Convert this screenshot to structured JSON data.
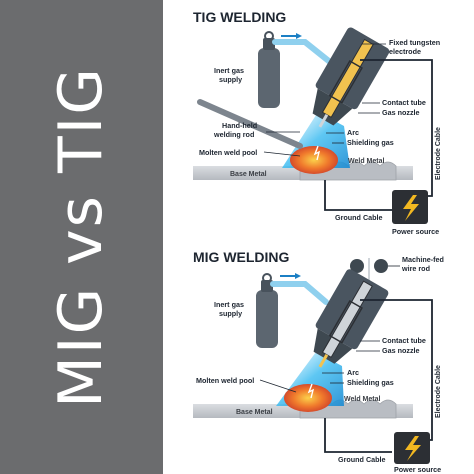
{
  "side_title": "MIG vs TIG",
  "tig": {
    "title": "TIG WELDING",
    "labels": {
      "fixed_tungsten": "Fixed tungsten",
      "electrode": "electrode",
      "inert_gas_1": "Inert gas",
      "inert_gas_2": "supply",
      "contact_tube": "Contact tube",
      "gas_nozzle": "Gas nozzle",
      "hand_held_1": "Hand-held",
      "hand_held_2": "welding rod",
      "arc": "Arc",
      "shielding_gas": "Shielding gas",
      "molten_pool": "Molten weld pool",
      "weld_metal": "Weld Metal",
      "base_metal": "Base Metal",
      "electrode_cable": "Electrode Cable",
      "ground_cable": "Ground Cable",
      "power_source": "Power source"
    }
  },
  "mig": {
    "title": "MIG WELDING",
    "labels": {
      "machine_fed_1": "Machine-fed",
      "machine_fed_2": "wire rod",
      "inert_gas_1": "Inert gas",
      "inert_gas_2": "supply",
      "contact_tube": "Contact tube",
      "gas_nozzle": "Gas nozzle",
      "arc": "Arc",
      "shielding_gas": "Shielding gas",
      "molten_pool": "Molten weld pool",
      "weld_metal": "Weld Metal",
      "base_metal": "Base Metal",
      "electrode_cable": "Electrode Cable",
      "ground_cable": "Ground Cable",
      "power_source": "Power source"
    }
  },
  "colors": {
    "panel": "#6b6c6e",
    "torch": "#4a5560",
    "gas_pipe": "#8fd0ee",
    "arrow": "#1b7fc4",
    "electrode": "#f2c24f",
    "metal": "#c9ccd1",
    "weld_glow": "#e8542b",
    "power_box": "#2c2f34",
    "bolt": "#f2b821"
  }
}
